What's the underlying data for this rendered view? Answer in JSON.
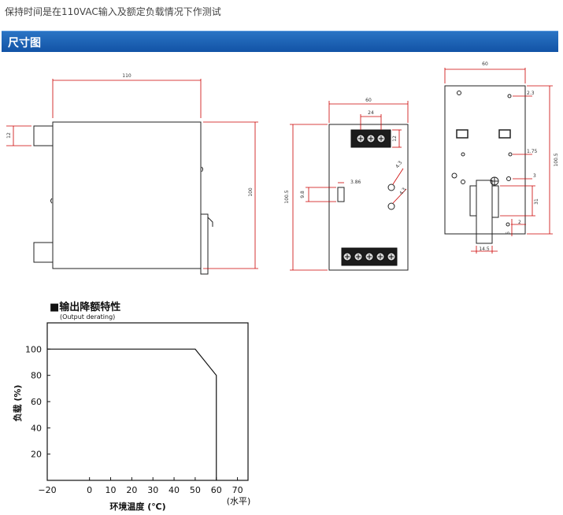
{
  "header": {
    "note": "保持时间是在110VAC输入及额定负载情况下作测试",
    "section_title": "尺寸图"
  },
  "colors": {
    "dimension": "#cc0000",
    "bar": "#1a5fb4",
    "outline": "#222222"
  },
  "side_view": {
    "dim_width": "110",
    "dim_height": "100",
    "dim_terminal": "12"
  },
  "front_view": {
    "dim_width": "60",
    "dim_terminal_span": "24",
    "dim_height": "100.5",
    "dim_terminal_h": "12",
    "dim_slot_h": "9.8",
    "dim_slot_w": "3.86",
    "dim_hole_a": "4.3",
    "dim_hole_b": "4.3"
  },
  "back_view": {
    "dim_width": "60",
    "dim_height": "100.5",
    "dim_top": "2.3",
    "dim_mid": "1.75",
    "dim_hole": "3",
    "dim_rail": "31",
    "dim_bottom": "2",
    "dim_bottom2": "6",
    "dim_clip": "14.5"
  },
  "chart_data": {
    "type": "line",
    "title": "■输出降额特性",
    "subtitle": "(Output derating)",
    "xlabel": "环境温度 (℃)",
    "x_unit": "(水平)",
    "ylabel": "负载 (%)",
    "xlim": [
      -20,
      75
    ],
    "ylim": [
      0,
      120
    ],
    "x_ticks": [
      -20,
      0,
      10,
      20,
      30,
      40,
      50,
      60,
      70
    ],
    "y_ticks": [
      20,
      40,
      60,
      80,
      100
    ],
    "series": [
      {
        "x": [
          -20,
          50,
          60,
          60
        ],
        "y": [
          100,
          100,
          80,
          0
        ]
      }
    ]
  }
}
